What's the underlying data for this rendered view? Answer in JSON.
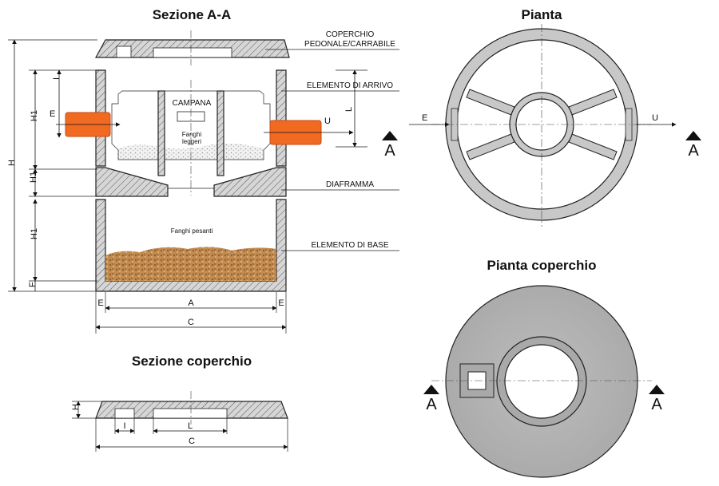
{
  "titles": {
    "section_aa": "Sezione A-A",
    "plan": "Pianta",
    "cover_plan": "Pianta coperchio",
    "cover_section": "Sezione coperchio"
  },
  "labels": {
    "cover": "COPERCHIO",
    "cover2": "PEDONALE/CARRABILE",
    "inlet_element": "ELEMENTO DI ARRIVO",
    "diaphragm": "DIAFRAMMA",
    "base_element": "ELEMENTO DI BASE",
    "bell": "CAMPANA",
    "light_sludge_1": "Fanghi",
    "light_sludge_2": "leggeri",
    "heavy_sludge": "Fanghi pesanti"
  },
  "dimensions": {
    "H": "H",
    "H1": "H1",
    "F": "F",
    "I": "I",
    "L": "L",
    "E": "E",
    "U": "U",
    "A": "A",
    "C": "C"
  },
  "section_marker": "A",
  "colors": {
    "pipe": "#f06a22",
    "pipe_edge": "#c94a10",
    "concrete": "#c8c8c8",
    "heavy_sludge": "#c08a50",
    "light_sludge": "#dcdcdc"
  }
}
